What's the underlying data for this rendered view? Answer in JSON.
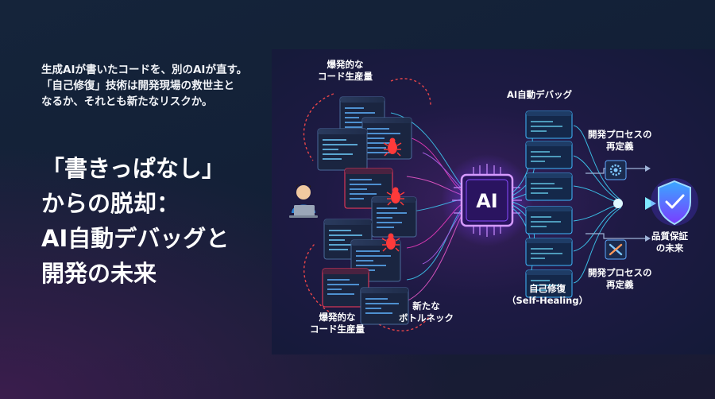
{
  "intro": {
    "line1": "生成AIが書いたコードを、別のAIが直す。",
    "line2": "「自己修復」技術は開発現場の救世主と",
    "line3": "なるか、それとも新たなリスクか。"
  },
  "headline": {
    "line1": "「書きっぱなし」",
    "line2": "からの脱却：",
    "line3": "AI自動デバッグと",
    "line4": "開発の未来"
  },
  "diagram": {
    "top_left_label": [
      "爆発的な",
      "コード生産量"
    ],
    "bottom_left_label": [
      "爆発的な",
      "コード生産量"
    ],
    "bottleneck_label": [
      "新たな",
      "ボトルネック"
    ],
    "chip_label": "AI",
    "ai_debug_label": "AI自動デバッグ",
    "self_heal_label": [
      "自己修復",
      "（Self-Healing）"
    ],
    "process_top_label": [
      "開発プロセスの",
      "再定義"
    ],
    "process_bottom_label": [
      "開発プロセスの",
      "再定義"
    ],
    "quality_label": [
      "品質保証",
      "の未来"
    ],
    "icons": [
      "developer-icon",
      "laptop-icon",
      "bug-icon",
      "gear-icon",
      "tools-icon",
      "shield-check-icon"
    ],
    "colors": {
      "cyan": "#3fd8ff",
      "magenta": "#ff3fc8",
      "red": "#ff3a3a",
      "purple": "#8a4dff"
    }
  }
}
